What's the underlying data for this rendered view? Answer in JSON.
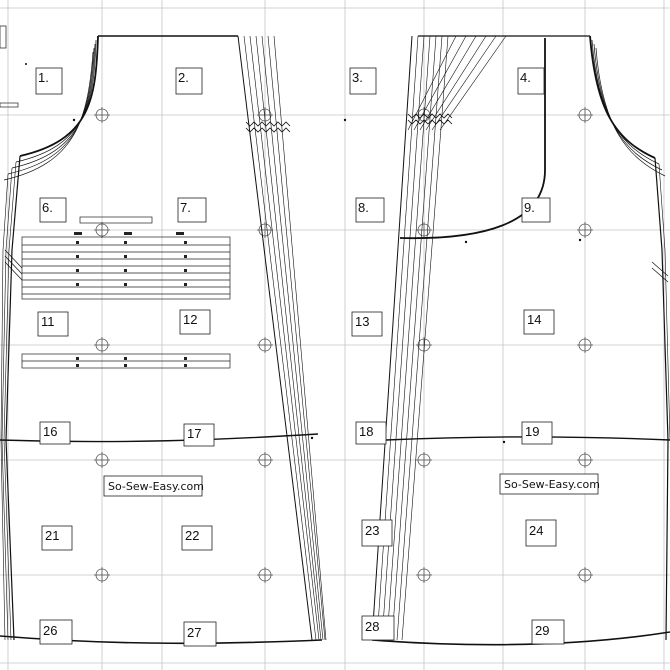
{
  "pattern": {
    "tiles": [
      {
        "label": "1."
      },
      {
        "label": "2."
      },
      {
        "label": "3."
      },
      {
        "label": "4."
      },
      {
        "label": "6."
      },
      {
        "label": "7."
      },
      {
        "label": "8."
      },
      {
        "label": "9."
      },
      {
        "label": "11"
      },
      {
        "label": "12"
      },
      {
        "label": "13"
      },
      {
        "label": "14"
      },
      {
        "label": "16"
      },
      {
        "label": "17"
      },
      {
        "label": "18"
      },
      {
        "label": "19"
      },
      {
        "label": "21"
      },
      {
        "label": "22"
      },
      {
        "label": "23"
      },
      {
        "label": "24"
      },
      {
        "label": "26"
      },
      {
        "label": "27"
      },
      {
        "label": "28"
      },
      {
        "label": "29"
      }
    ],
    "watermarks": [
      {
        "text": "So-Sew-Easy.com"
      },
      {
        "text": "So-Sew-Easy.com"
      }
    ],
    "colors": {
      "line": "#111111",
      "grid": "#bdbdbd",
      "paper": "#ffffff"
    }
  }
}
